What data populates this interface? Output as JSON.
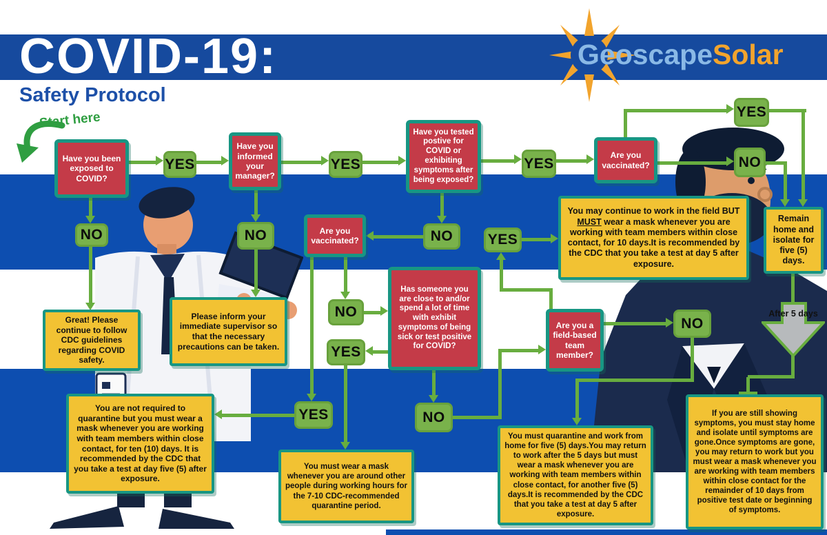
{
  "header": {
    "title": "COVID-19:",
    "subtitle": "Safety Protocol",
    "start_here": "Start here",
    "logo_part1": "Geoscape",
    "logo_part2": "Solar"
  },
  "labels": {
    "yes": "YES",
    "no": "NO",
    "after_5_days": "After 5 days"
  },
  "questions": {
    "exposed": "Have you been exposed to COVID?",
    "informed_manager": "Have you informed your manager?",
    "tested_positive": "Have you tested postive for COVID or exhibiting symptoms after being exposed?",
    "vaccinated_mid": "Are you vaccinated?",
    "vaccinated_right": "Are you vaccinated?",
    "close_contact_sick": "Has someone you are close to and/or spend a lot of time with exhibit symptoms of being sick or test positive for COVID?",
    "field_based": "Are you a field-based team member?"
  },
  "outcomes": {
    "great": "Great! Please continue to follow CDC guidelines regarding COVID safety.",
    "inform_supervisor": "Please inform your immediate supervisor so that the necessary precautions can be taken.",
    "may_continue_pre": "You may continue to work in the field BUT ",
    "may_continue_must": "MUST",
    "may_continue_post": " wear a mask whenever you are working with team members within close contact, for 10 days.It is recommended by the CDC that you take a test at day 5 after exposure.",
    "remain_home": "Remain home and isolate for five (5) days.",
    "not_required": "You are not required to quarantine but you must wear a mask whenever you are working with team members within close contact, for ten (10) days. It is recommended by the CDC that you take a test at day five (5) after exposure.",
    "mask_around_others": "You must wear a mask whenever you are around other people during working hours for the 7-10 CDC-recommended quarantine period.",
    "quarantine_wfh": "You must quarantine and work from home for five (5) days.You may return to work after the 5 days but must wear a mask whenever you are working with team members within close contact, for another five (5) days.It is recommended by the CDC that you take a test at day 5 after exposure.",
    "still_symptoms": "If you are still showing symptoms, you must stay home and isolate until symptoms are gone.Once symptoms are gone, you may return to work but you must wear a mask whenever you are working with team members within close contact for the remainder of 10 days from positive test date or beginning of symptoms."
  },
  "colors": {
    "band_blue": "#164a9e",
    "stripe_blue": "#0d4eb0",
    "question_red": "#c43b48",
    "outcome_yellow": "#f2c233",
    "teal_border": "#189683",
    "button_green": "#79b24b",
    "connector_green": "#68ad3f",
    "logo_blue": "#8ab9e6",
    "logo_orange": "#f2a42d",
    "start_here_green": "#2f9e41",
    "after_arrow_gray": "#b7babc"
  }
}
